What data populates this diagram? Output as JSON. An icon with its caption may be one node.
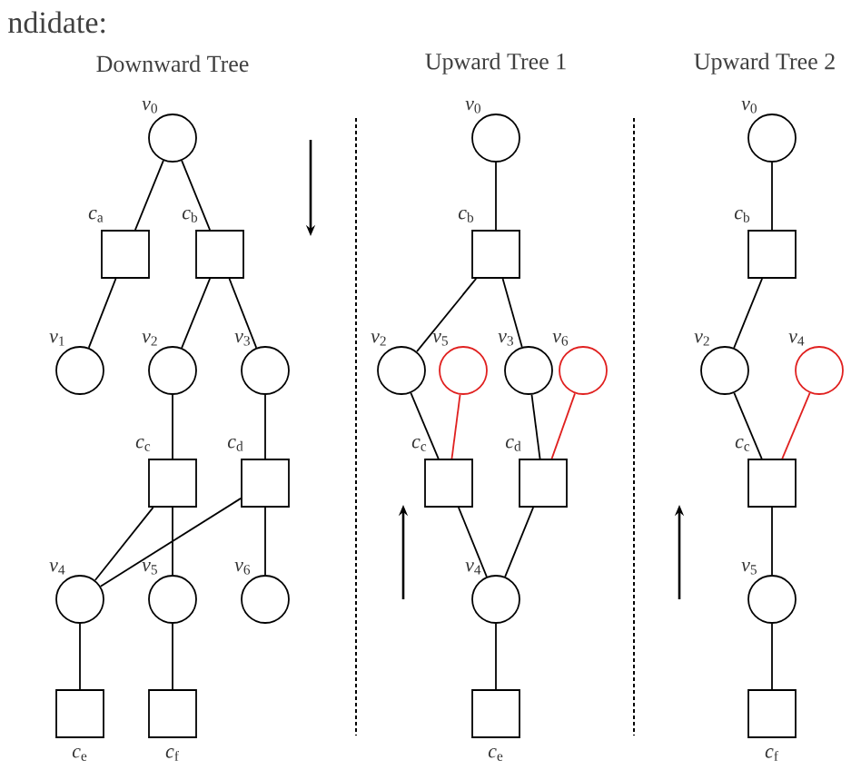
{
  "diagram": {
    "nodes": [
      {
        "text": [],
        "shape": "circle",
        "beside": [
          "*v*$_{0}$"
        ]
      },
      {
        "text": [],
        "shape": "box",
        "beside": [
          "*c*$_{a}$"
        ]
      },
      {
        "text": [],
        "shape": "box",
        "beside": [
          "*c*$_{b}$"
        ]
      },
      {
        "text": [],
        "shape": "circle",
        "beside": [
          "*v*$_{1}$"
        ]
      },
      {
        "text": [],
        "shape": "circle",
        "beside": [
          "*v*$_{2}$"
        ]
      },
      {
        "text": [],
        "shape": "circle",
        "beside": [
          "*v*$_{3}$"
        ]
      },
      {
        "text": [],
        "shape": "box",
        "beside": [
          "*c*$_{c}$"
        ]
      },
      {
        "text": [],
        "shape": "box",
        "beside": [
          "*c*$_{d}$"
        ]
      },
      {
        "text": [],
        "shape": "circle",
        "beside": [
          "*v*$_{4}$"
        ]
      },
      {
        "text": [],
        "shape": "circle",
        "beside": [
          "*v*$_{5}$"
        ]
      },
      {
        "text": [],
        "shape": "circle",
        "beside": [
          "*v*$_{6}$"
        ]
      },
      {
        "text": [],
        "shape": "box",
        "beside": [
          "*c*$_{e}$"
        ]
      },
      {
        "text": [],
        "shape": "box",
        "beside": [
          "*c*$_{f}$"
        ]
      },
      {
        "text": [],
        "shape": "circle",
        "beside": [
          "*v*$_{0}$"
        ]
      },
      {
        "text": [],
        "shape": "box",
        "beside": [
          "*c*$_{b}$"
        ]
      },
      {
        "text": [],
        "shape": "circle",
        "beside": [
          "*v*$_{2}$"
        ]
      },
      {
        "text": [],
        "shape": "circle",
        "beside": [
          "*v*$_{5}$"
        ]
      },
      {
        "text": [],
        "shape": "circle",
        "beside": [
          "*v*$_{3}$"
        ]
      },
      {
        "text": [],
        "shape": "circle",
        "beside": [
          "*v*$_{6}$"
        ]
      },
      {
        "text": [],
        "shape": "box",
        "beside": [
          "*c*$_{c}$"
        ]
      },
      {
        "text": [],
        "shape": "box",
        "beside": [
          "*c*$_{d}$"
        ]
      },
      {
        "text": [],
        "shape": "circle",
        "beside": [
          "*v*$_{4}$"
        ]
      },
      {
        "text": [],
        "shape": "box",
        "beside": [
          "*c*$_{e}$"
        ]
      },
      {
        "text": [],
        "shape": "circle",
        "beside": [
          "*v*$_{0}$"
        ]
      },
      {
        "text": [],
        "shape": "box",
        "beside": [
          "*c*$_{b}$"
        ]
      },
      {
        "text": [],
        "shape": "circle",
        "beside": [
          "*v*$_{2}$"
        ]
      },
      {
        "text": [],
        "shape": "circle",
        "beside": [
          "*v*$_{4}$"
        ]
      },
      {
        "text": [],
        "shape": "box",
        "beside": [
          "*c*$_{c}$"
        ]
      },
      {
        "text": [],
        "shape": "circle",
        "beside": [
          "*v*$_{5}$"
        ]
      },
      {
        "text": [],
        "shape": "box",
        "beside": [
          "*c*$_{f}$"
        ]
      }
    ],
    "edges": [
      {
        "from": 0,
        "to": 1,
        "arrow": "none"
      },
      {
        "from": 0,
        "to": 2,
        "arrow": "none"
      },
      {
        "from": 1,
        "to": 3,
        "arrow": "none"
      },
      {
        "from": 2,
        "to": 4,
        "arrow": "none"
      },
      {
        "from": 2,
        "to": 5,
        "arrow": "none"
      },
      {
        "from": 4,
        "to": 6,
        "arrow": "none"
      },
      {
        "from": 5,
        "to": 7,
        "arrow": "none"
      },
      {
        "from": 6,
        "to": 8,
        "arrow": "none"
      },
      {
        "from": 7,
        "to": 8,
        "arrow": "none"
      },
      {
        "from": 6,
        "to": 9,
        "arrow": "none"
      },
      {
        "from": 7,
        "to": 10,
        "arrow": "none"
      },
      {
        "from": 8,
        "to": 11,
        "arrow": "none"
      },
      {
        "from": 9,
        "to": 12,
        "arrow": "none"
      },
      {
        "from": 13,
        "to": 14,
        "arrow": "none"
      },
      {
        "from": 14,
        "to": 15,
        "arrow": "none"
      },
      {
        "from": 14,
        "to": 17,
        "arrow": "none"
      },
      {
        "from": 15,
        "to": 19,
        "arrow": "none"
      },
      {
        "from": 16,
        "to": 19,
        "arrow": "none",
        "color": "#e0201f"
      },
      {
        "from": 17,
        "to": 20,
        "arrow": "none"
      },
      {
        "from": 18,
        "to": 20,
        "arrow": "none",
        "color": "#e0201f"
      },
      {
        "from": 19,
        "to": 21,
        "arrow": "none"
      },
      {
        "from": 20,
        "to": 21,
        "arrow": "none"
      },
      {
        "from": 21,
        "to": 22,
        "arrow": "none"
      },
      {
        "from": 23,
        "to": 24,
        "arrow": "none"
      },
      {
        "from": 24,
        "to": 25,
        "arrow": "none"
      },
      {
        "from": 25,
        "to": 27,
        "arrow": "none"
      },
      {
        "from": 26,
        "to": 27,
        "arrow": "none",
        "color": "#e0201f"
      },
      {
        "from": 27,
        "to": 28,
        "arrow": "none"
      },
      {
        "from": 28,
        "to": 29,
        "arrow": "none"
      }
    ],
    "labels": [
      "ndidate:",
      "Downward Tree",
      "Upward Tree 1",
      "Upward Tree 2"
    ]
  }
}
